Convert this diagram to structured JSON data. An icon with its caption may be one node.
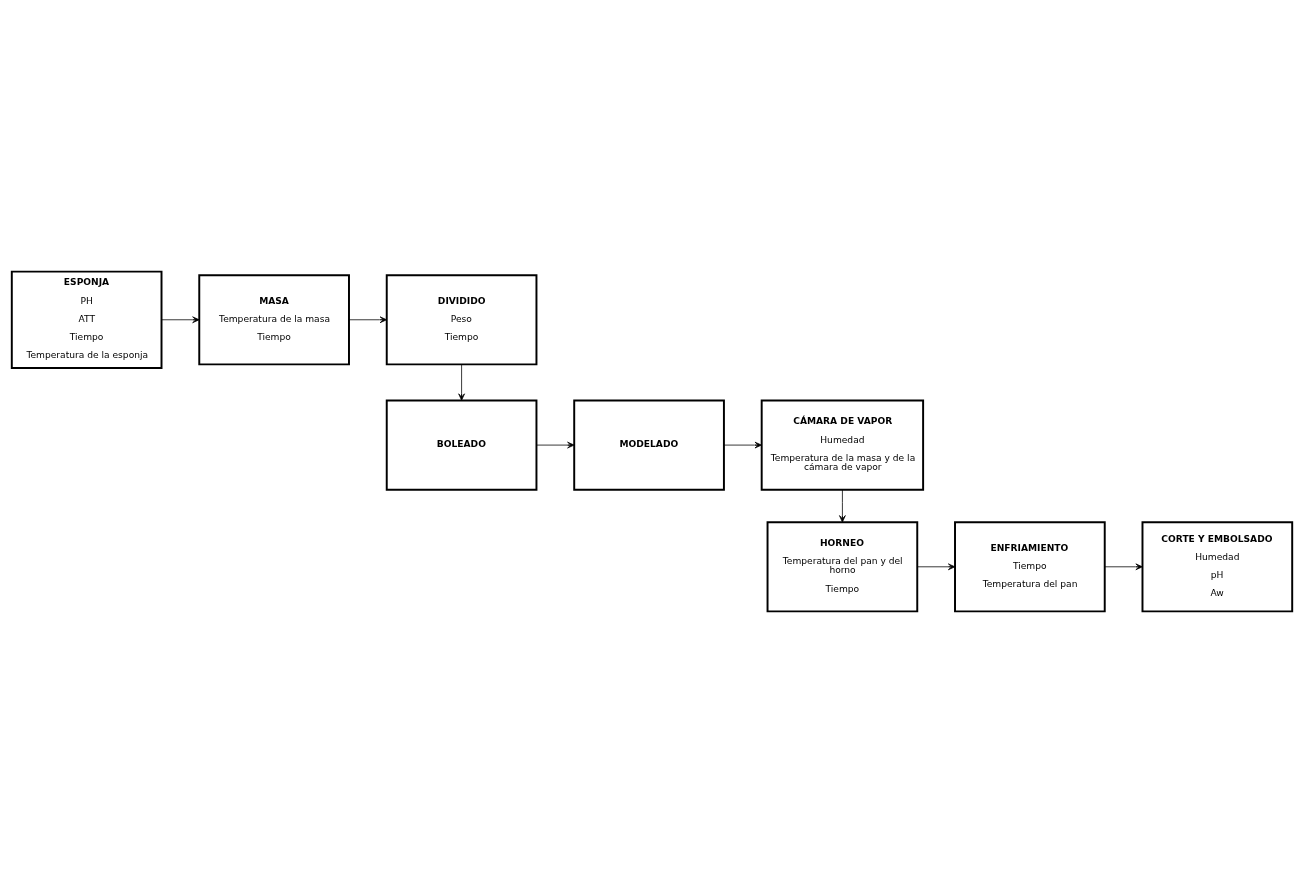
{
  "diagram": {
    "nodes": [
      {
        "text": [
          "ESPONJA",
          "PH",
          "ATT",
          "Tiempo",
          "Temperatura de la esponja"
        ]
      },
      {
        "text": [
          "MASA",
          "Temperatura de la masa",
          "Tiempo"
        ]
      },
      {
        "text": [
          "DIVIDIDO",
          "Peso",
          "Tiempo"
        ]
      },
      {
        "text": [
          "BOLEADO"
        ]
      },
      {
        "text": [
          "MODELADO"
        ]
      },
      {
        "text": [
          "CÁMARA DE VAPOR",
          "Humedad",
          "Temperatura de la masa y de la cámara de vapor"
        ]
      },
      {
        "text": [
          "HORNEO",
          "Temperatura del pan y del horno",
          "Tiempo"
        ]
      },
      {
        "text": [
          "ENFRIAMIENTO",
          "Tiempo",
          "Temperatura del pan"
        ]
      },
      {
        "text": [
          "CORTE Y EMBOLSADO",
          "Humedad",
          "pH",
          "Aw"
        ]
      }
    ],
    "edges": [
      {
        "from": 0,
        "to": 1,
        "arrow": "to"
      },
      {
        "from": 1,
        "to": 2,
        "arrow": "to"
      },
      {
        "from": 2,
        "to": 3,
        "arrow": "to"
      },
      {
        "from": 3,
        "to": 4,
        "arrow": "to"
      },
      {
        "from": 4,
        "to": 5,
        "arrow": "to"
      },
      {
        "from": 5,
        "to": 6,
        "arrow": "to"
      },
      {
        "from": 6,
        "to": 7,
        "arrow": "to"
      },
      {
        "from": 7,
        "to": 8,
        "arrow": "to"
      }
    ]
  }
}
